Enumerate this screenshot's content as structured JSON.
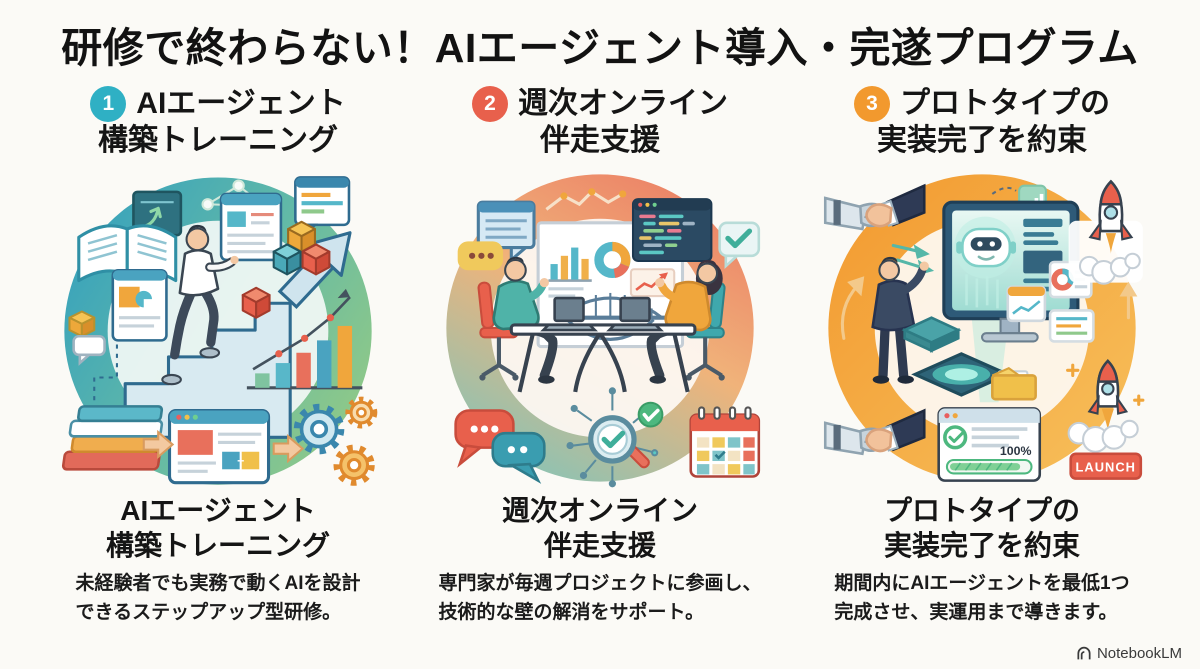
{
  "page": {
    "title": "研修で終わらない！AIエージェント導入・完遂プログラム",
    "background_color": "#fbfaf6",
    "text_color": "#111111",
    "watermark": "NotebookLM"
  },
  "columns": [
    {
      "number": "1",
      "accent_color": "#2fb0c4",
      "ring_colors": [
        "#37a2bd",
        "#93ca85"
      ],
      "heading_line1": "AIエージェント",
      "heading_line2": "構築トレーニング",
      "subtitle_line1": "AIエージェント",
      "subtitle_line2": "構築トレーニング",
      "desc_line1": "未経験者でも実務で動くAIを設計",
      "desc_line2": "できるステップアップ型研修。"
    },
    {
      "number": "2",
      "accent_color": "#e8604c",
      "ring_colors": [
        "#ec8166",
        "#84c4b8"
      ],
      "heading_line1": "週次オンライン",
      "heading_line2": "伴走支援",
      "subtitle_line1": "週次オンライン",
      "subtitle_line2": "伴走支援",
      "desc_line1": "専門家が毎週プロジェクトに参画し、",
      "desc_line2": "技術的な壁の解消をサポート。"
    },
    {
      "number": "3",
      "accent_color": "#f2992e",
      "ring_colors": [
        "#f2992f",
        "#f7c05c"
      ],
      "heading_line1": "プロトタイプの",
      "heading_line2": "実装完了を約束",
      "subtitle_line1": "プロトタイプの",
      "subtitle_line2": "実装完了を約束",
      "desc_line1": "期間内にAIエージェントを最低1つ",
      "desc_line2": "完成させ、実運用まで導きます。",
      "illustration_labels": {
        "progress": "100%",
        "launch": "LAUNCH"
      }
    }
  ]
}
